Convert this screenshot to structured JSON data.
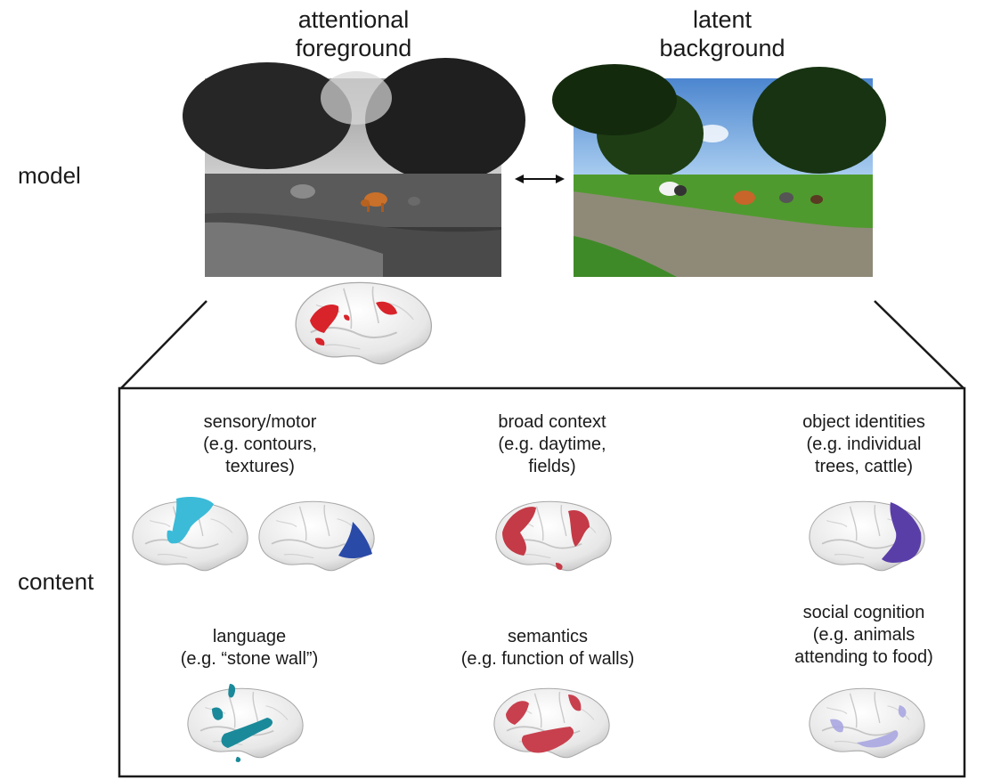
{
  "headers": {
    "foreground": "attentional\nforeground",
    "background": "latent\nbackground"
  },
  "rows": {
    "model": "model",
    "content": "content"
  },
  "captions": {
    "sensory": "sensory/motor\n(e.g. contours,\ntextures)",
    "context": "broad context\n(e.g. daytime,\nfields)",
    "objects": "object identities\n(e.g. individual\ntrees, cattle)",
    "language": "language\n(e.g. “stone wall”)",
    "semantics": "semantics\n(e.g. function of walls)",
    "social": "social cognition\n(e.g. animals\nattending to food)"
  },
  "colors": {
    "attention_red": "#d8232a",
    "sensory_cyan": "#3bbbd8",
    "sensory_blue": "#2a4aa8",
    "context_red": "#c43a46",
    "object_purple": "#5a3ea8",
    "language_teal": "#1a8a9a",
    "semantics_red": "#c8404e",
    "social_lavender": "#a9a6e0",
    "brain_gray": "#e6e6e6"
  },
  "icons": {
    "arrow": "double-headed-arrow-icon"
  }
}
